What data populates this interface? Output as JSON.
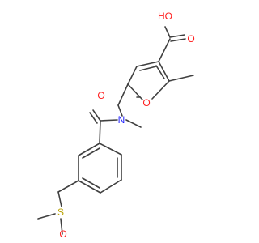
{
  "molecule": {
    "atoms": [
      {
        "id": "O_carbonyl",
        "symbol": "O",
        "color": "#ff2020"
      },
      {
        "id": "OH",
        "symbol": "HO",
        "color": "#ff2020"
      },
      {
        "id": "O_ring",
        "symbol": "O",
        "color": "#ff2020"
      },
      {
        "id": "O_amide",
        "symbol": "O",
        "color": "#ff2020"
      },
      {
        "id": "N_amide",
        "symbol": "N",
        "color": "#2020ff"
      },
      {
        "id": "S",
        "symbol": "S",
        "color": "#b8a000"
      },
      {
        "id": "O_sulfoxide",
        "symbol": "O",
        "color": "#ff2020"
      }
    ],
    "bond_color": "#404040"
  }
}
